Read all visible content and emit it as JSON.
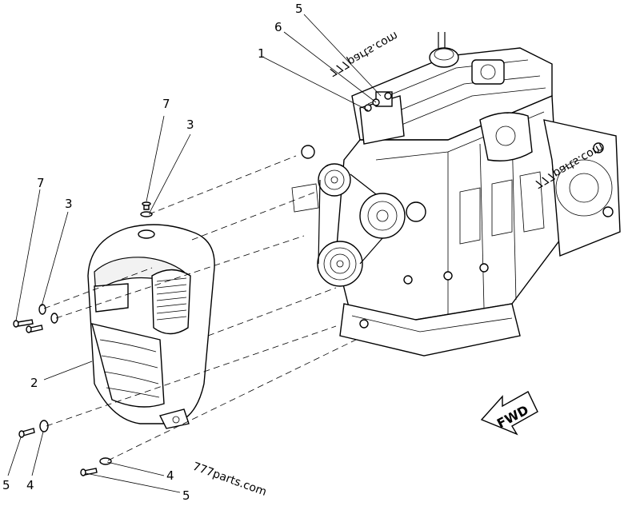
{
  "callouts": {
    "c5_top": "5",
    "c6_top": "6",
    "c1_top": "1",
    "c7_mid": "7",
    "c3_mid": "3",
    "c7_left": "7",
    "c3_left": "3",
    "c2_left": "2",
    "c5_bl": "5",
    "c4_bl": "4",
    "c4_b": "4",
    "c5_b": "5"
  },
  "watermarks": {
    "top": "777parts.com",
    "right": "777parts.com",
    "bottom": "777parts.com"
  },
  "fwd_label": "FWD"
}
